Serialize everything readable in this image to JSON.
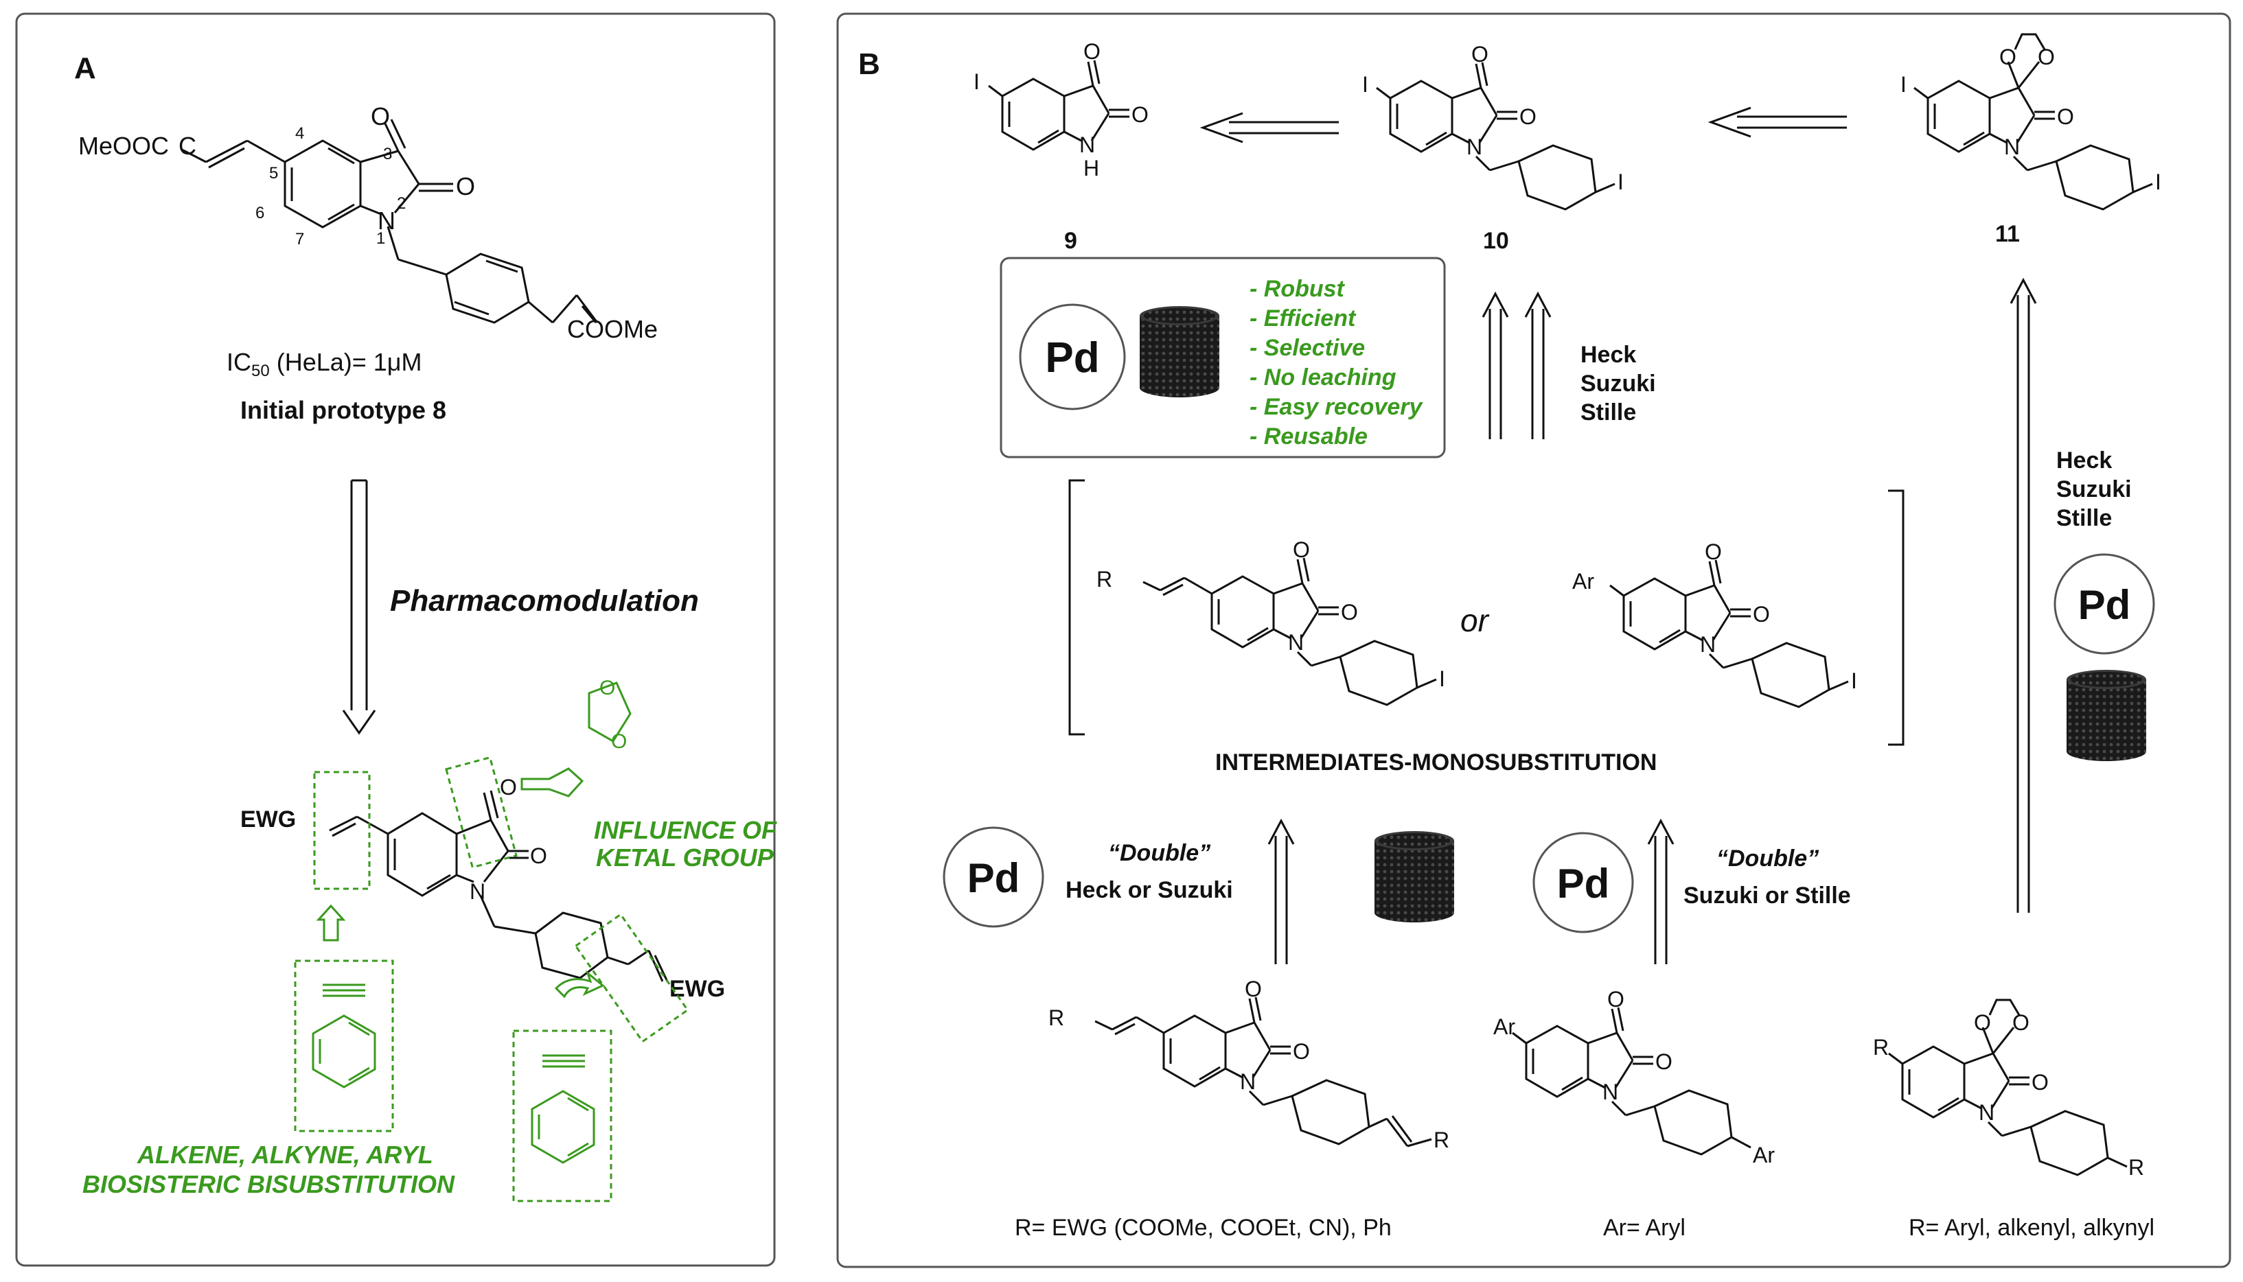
{
  "panel_a": {
    "letter": "A",
    "prototype": {
      "left_substituent": "MeOOC",
      "right_substituent": "COOMe",
      "numbers": [
        "1",
        "2",
        "3",
        "4",
        "5",
        "6",
        "7"
      ],
      "atom_O": "O",
      "atom_N": "N",
      "ic50_prefix": "IC",
      "ic50_sub": "50",
      "ic50_suffix": " (HeLa)= 1μM",
      "caption": "Initial prototype 8"
    },
    "arrow_label": "Pharmacomodulation",
    "ewg": "EWG",
    "ketal_note_line1": "INFLUENCE OF",
    "ketal_note_line2": "KETAL GROUP",
    "bisub_line1": "ALKENE, ALKYNE, ARYL",
    "bisub_line2": "BIOSISTERIC BISUBSTITUTION"
  },
  "panel_b": {
    "letter": "B",
    "atoms": {
      "I": "I",
      "O": "O",
      "N": "N",
      "H": "H",
      "R": "R",
      "Ar": "Ar"
    },
    "compound_labels": [
      "9",
      "10",
      "11"
    ],
    "properties": [
      "- Robust",
      "- Efficient",
      "- Selective",
      "- No leaching",
      "- Easy recovery",
      "- Reusable"
    ],
    "pd": "Pd",
    "couplings": [
      "Heck",
      "Suzuki",
      "Stille"
    ],
    "or_word": "or",
    "intermediates_label": "INTERMEDIATES-MONOSUBSTITUTION",
    "double_label": "“Double”",
    "heck_suzuki": "Heck or Suzuki",
    "suzuki_stille": "Suzuki or Stille",
    "scope_1": "R= EWG (COOMe, COOEt, CN), Ph",
    "scope_2": "Ar= Aryl",
    "scope_3": "R= Aryl, alkenyl, alkynyl"
  },
  "colors": {
    "accent_green": "#3a9a1e",
    "ink": "#111111",
    "frame": "#555555"
  }
}
